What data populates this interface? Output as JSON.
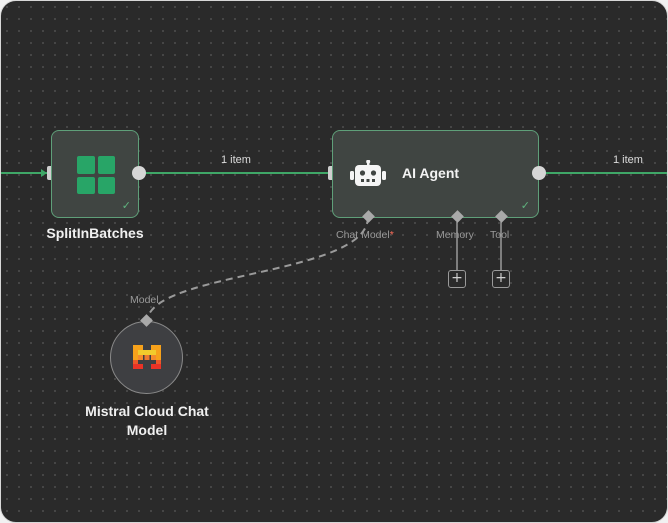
{
  "canvas": {
    "edge_labels": {
      "batches_to_agent": "1 item",
      "agent_output": "1 item"
    }
  },
  "nodes": {
    "split_in_batches": {
      "title": "SplitInBatches",
      "icon": "grid-icon",
      "status": "success-check-icon"
    },
    "ai_agent": {
      "title": "AI Agent",
      "icon": "robot-icon",
      "status": "success-check-icon",
      "sub_ports": {
        "chat_model": "Chat Model",
        "chat_model_required": "*",
        "memory": "Memory",
        "tool": "Tool"
      },
      "add_buttons": {
        "memory": "+",
        "tool": "+"
      }
    },
    "mistral_chat_model": {
      "title_line1": "Mistral Cloud Chat",
      "title_line2": "Model",
      "port_label": "Model",
      "icon": "mistral-logo-icon"
    }
  },
  "colors": {
    "canvas_bg": "#2a2a2a",
    "node_border_success": "#5f9f79",
    "connection_success": "#3fa767",
    "brand_green": "#28a567",
    "mistral_orange": "#f7a21b",
    "required": "#ff6d5a"
  }
}
